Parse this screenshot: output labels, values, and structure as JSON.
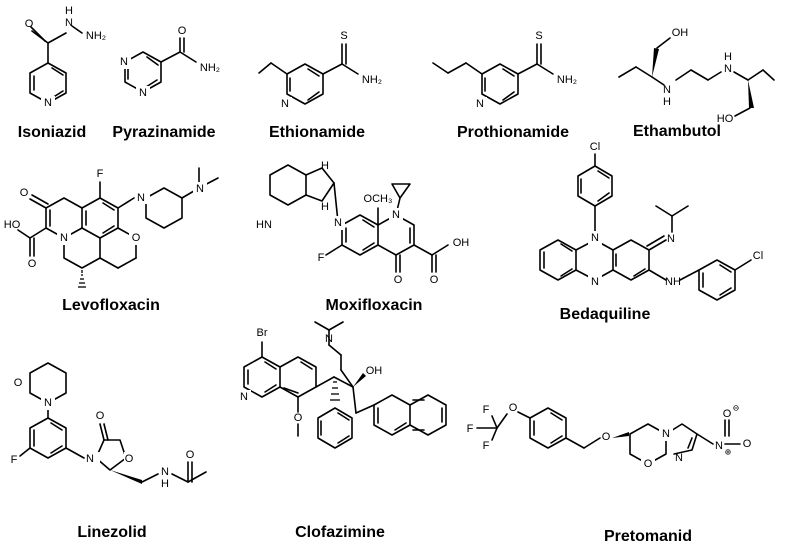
{
  "labels": {
    "isoniazid": "Isoniazid",
    "pyrazinamide": "Pyrazinamide",
    "ethionamide": "Ethionamide",
    "prothionamide": "Prothionamide",
    "ethambutol": "Ethambutol",
    "levofloxacin": "Levofloxacin",
    "moxifloxacin": "Moxifloxacin",
    "bedaquiline": "Bedaquiline",
    "linezolid": "Linezolid",
    "clofazimine": "Clofazimine",
    "pretomanid": "Pretomanid"
  },
  "atoms": {
    "O": "O",
    "N": "N",
    "S": "S",
    "F": "F",
    "Cl": "Cl",
    "Br": "Br",
    "H": "H",
    "NH2": "NH₂",
    "HN": "HN",
    "NH": "NH",
    "OH": "OH",
    "HO": "HO",
    "OCH3": "OCH₃",
    "minus": "⊖",
    "plus": "⊕"
  }
}
